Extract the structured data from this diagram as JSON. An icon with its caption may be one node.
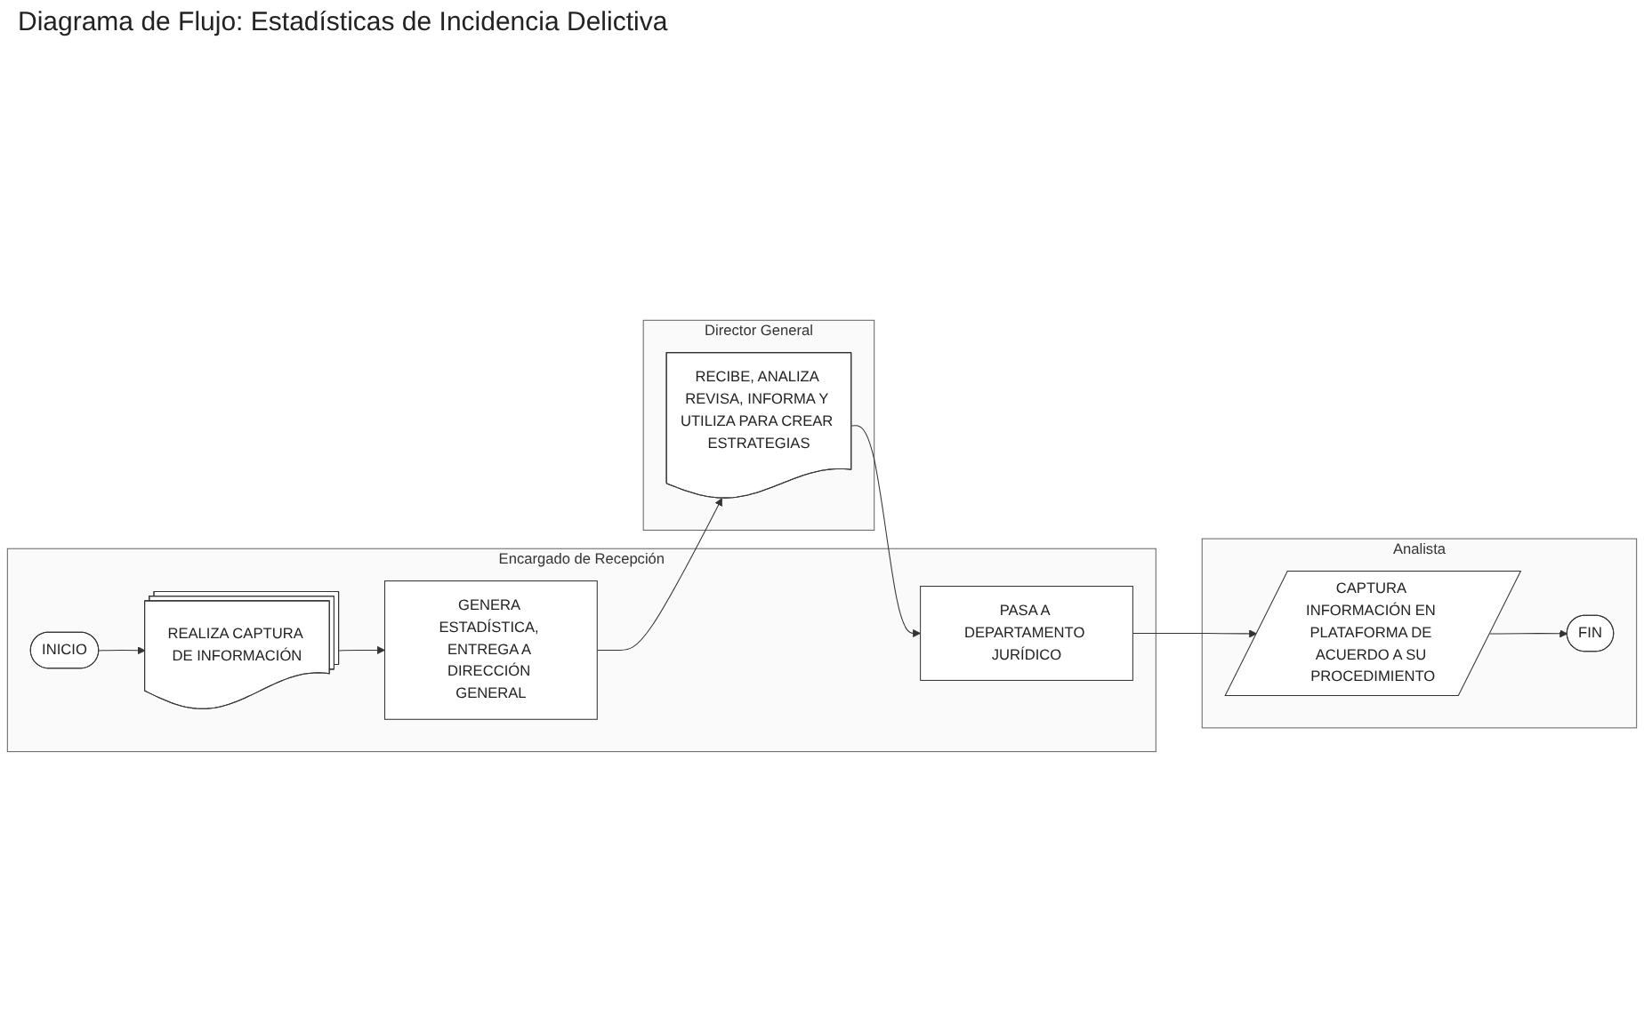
{
  "diagram": {
    "title": "Diagrama de Flujo: Estadísticas de Incidencia Delictiva",
    "nodes": [
      {
        "text": [
          "Encargado de Recepción"
        ]
      },
      {
        "text": [
          "INICIO"
        ],
        "in": 0
      },
      {
        "text": [
          "REALIZA CAPTURA DE INFORMACIÓN"
        ],
        "in": 0
      },
      {
        "text": [
          "GENERA ESTADÍSTICA, ENTREGA A DIRECCIÓN GENERAL"
        ],
        "in": 0
      },
      {
        "text": [
          "PASA A DEPARTAMENTO JURÍDICO"
        ],
        "in": 0
      },
      {
        "text": [
          "Director General"
        ]
      },
      {
        "text": [
          "RECIBE, ANALIZA REVISA, INFORMA Y UTILIZA PARA CREAR ESTRATEGIAS"
        ],
        "in": 5
      },
      {
        "text": [
          "Analista"
        ]
      },
      {
        "text": [
          "CAPTURA INFORMACIÓN EN PLATAFORMA DE ACUERDO A SU PROCEDIMIENTO"
        ],
        "in": 7
      },
      {
        "text": [
          "FIN"
        ],
        "in": 7
      }
    ],
    "edges": [
      {
        "from": 1,
        "to": 2,
        "arrow": "to"
      },
      {
        "from": 2,
        "to": 3,
        "arrow": "to"
      },
      {
        "from": 3,
        "to": 6,
        "arrow": "to"
      },
      {
        "from": 6,
        "to": 4,
        "arrow": "to"
      },
      {
        "from": 4,
        "to": 8,
        "arrow": "to"
      },
      {
        "from": 8,
        "to": 9,
        "arrow": "to"
      }
    ]
  }
}
